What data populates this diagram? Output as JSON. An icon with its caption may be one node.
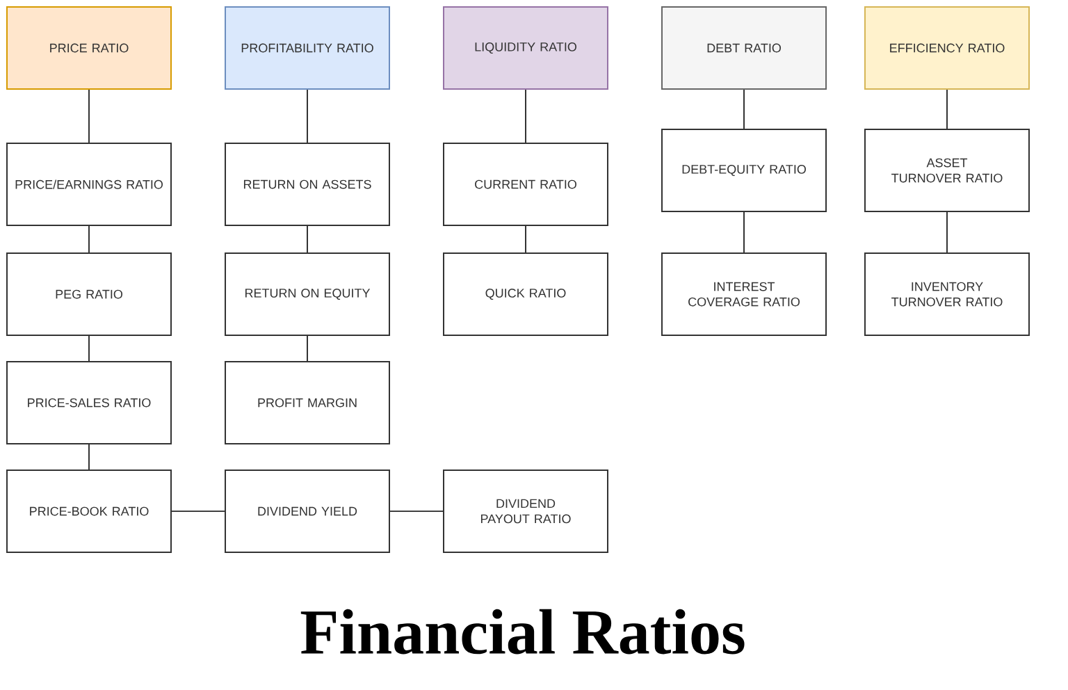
{
  "diagram": {
    "title": "Financial Ratios",
    "nodes": [
      {
        "text": [
          "PRICE RATIO"
        ]
      },
      {
        "text": [
          "PROFITABILITY RATIO"
        ]
      },
      {
        "text": [
          "LIQUIDITY RATIO"
        ]
      },
      {
        "text": [
          "DEBT RATIO"
        ]
      },
      {
        "text": [
          "EFFICIENCY RATIO"
        ]
      },
      {
        "text": [
          "PRICE/EARNINGS RATIO"
        ]
      },
      {
        "text": [
          "RETURN ON ASSETS"
        ]
      },
      {
        "text": [
          "CURRENT RATIO"
        ]
      },
      {
        "text": [
          "DEBT-EQUITY RATIO"
        ]
      },
      {
        "text": [
          "ASSET TURNOVER RATIO"
        ]
      },
      {
        "text": [
          "PEG RATIO"
        ]
      },
      {
        "text": [
          "RETURN ON EQUITY"
        ]
      },
      {
        "text": [
          "QUICK RATIO"
        ]
      },
      {
        "text": [
          "INTEREST COVERAGE RATIO"
        ]
      },
      {
        "text": [
          "INVENTORY TURNOVER RATIO"
        ]
      },
      {
        "text": [
          "PRICE-SALES RATIO"
        ]
      },
      {
        "text": [
          "PROFIT MARGIN"
        ]
      },
      {
        "text": [
          "PRICE-BOOK RATIO"
        ]
      },
      {
        "text": [
          "DIVIDEND YIELD"
        ]
      },
      {
        "text": [
          "DIVIDEND PAYOUT RATIO"
        ]
      }
    ],
    "edges": [
      {
        "from": 0,
        "to": 5,
        "arrow": "none"
      },
      {
        "from": 5,
        "to": 10,
        "arrow": "none"
      },
      {
        "from": 10,
        "to": 15,
        "arrow": "none"
      },
      {
        "from": 15,
        "to": 17,
        "arrow": "none"
      },
      {
        "from": 17,
        "to": 18,
        "arrow": "none"
      },
      {
        "from": 18,
        "to": 19,
        "arrow": "none"
      },
      {
        "from": 1,
        "to": 6,
        "arrow": "none"
      },
      {
        "from": 6,
        "to": 11,
        "arrow": "none"
      },
      {
        "from": 11,
        "to": 16,
        "arrow": "none"
      },
      {
        "from": 2,
        "to": 7,
        "arrow": "none"
      },
      {
        "from": 7,
        "to": 12,
        "arrow": "none"
      },
      {
        "from": 3,
        "to": 8,
        "arrow": "none"
      },
      {
        "from": 8,
        "to": 13,
        "arrow": "none"
      },
      {
        "from": 4,
        "to": 9,
        "arrow": "none"
      },
      {
        "from": 9,
        "to": 14,
        "arrow": "none"
      }
    ]
  }
}
